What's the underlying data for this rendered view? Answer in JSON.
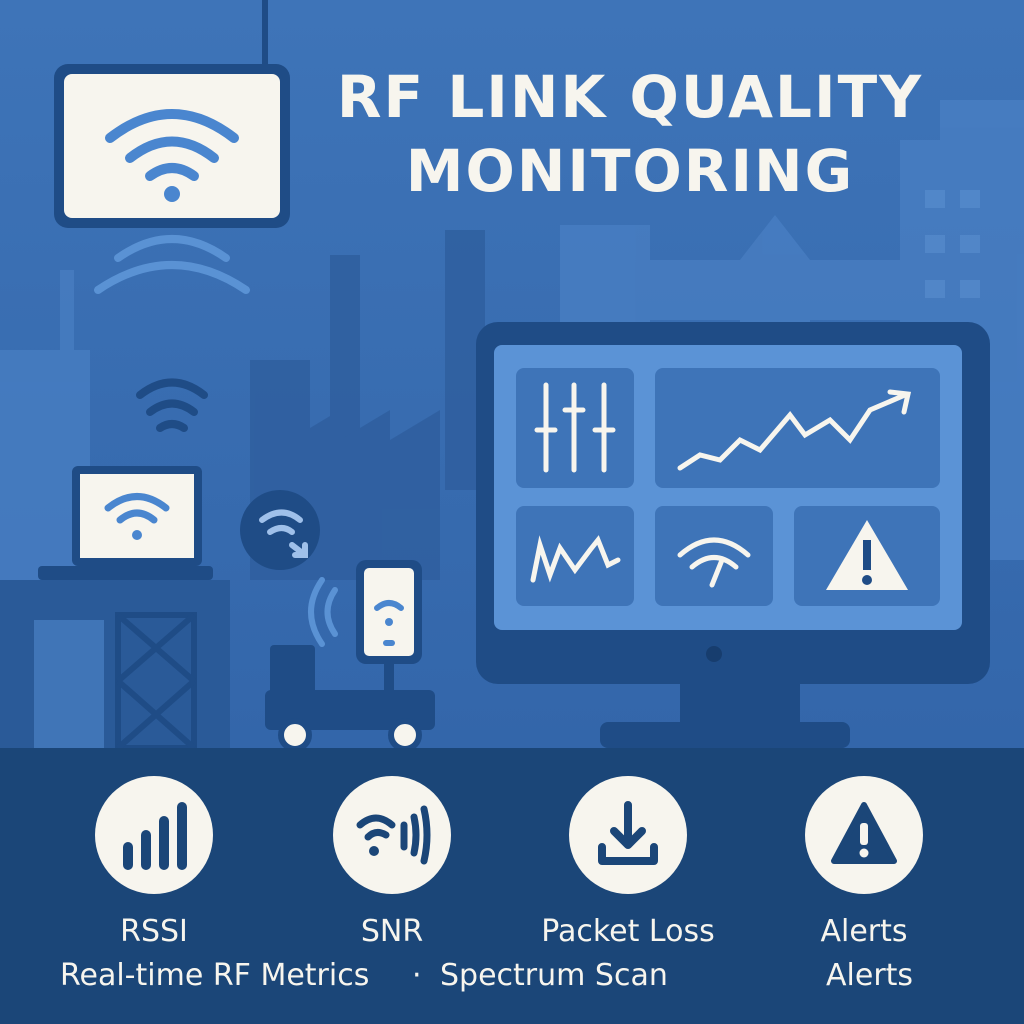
{
  "title": {
    "line1": "RF LINK QUALITY",
    "line2": "MONITORING"
  },
  "features": [
    {
      "label": "RSSI",
      "icon": "signal-bars-icon"
    },
    {
      "label": "SNR",
      "icon": "wifi-signal-icon"
    },
    {
      "label": "Packet Loss",
      "icon": "download-icon"
    },
    {
      "label": "Alerts",
      "icon": "warning-icon"
    }
  ],
  "footer": {
    "left": "Real-time RF Metrics",
    "separator": "·",
    "middle": "Spectrum Scan",
    "right": "Alerts"
  },
  "colors": {
    "background": "#3a6db2",
    "band": "#1b4678",
    "cream": "#f7f5ee",
    "screen": "#5b93d6"
  }
}
